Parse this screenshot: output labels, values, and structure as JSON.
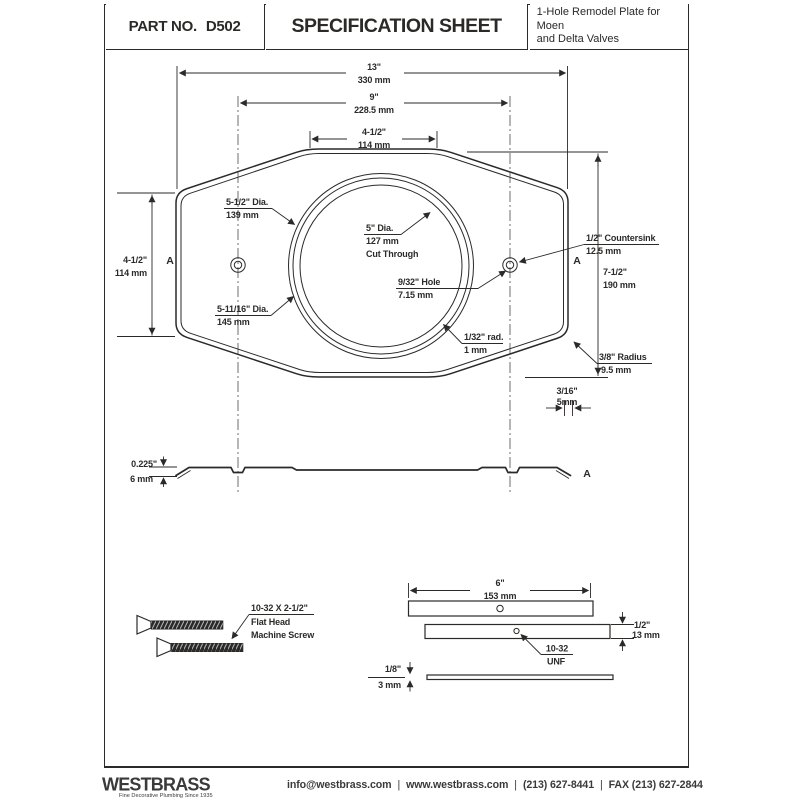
{
  "header": {
    "part_label": "PART NO.",
    "part_number": "D502",
    "title": "SPECIFICATION SHEET",
    "description_line1": "1-Hole Remodel Plate for Moen",
    "description_line2": "and Delta Valves"
  },
  "plate_view": {
    "width_overall_in": "13\"",
    "width_overall_mm": "330 mm",
    "hole_spacing_in": "9\"",
    "hole_spacing_mm": "228.5 mm",
    "top_flat_in": "4-1/2\"",
    "top_flat_mm": "114 mm",
    "left_flat_in": "4-1/2\"",
    "left_flat_mm": "114 mm",
    "ring_mid_dia_in": "5-1/2\" Dia.",
    "ring_mid_dia_mm": "139 mm",
    "cut_dia_in": "5\" Dia.",
    "cut_dia_mm": "127 mm",
    "cut_note": "Cut Through",
    "ring_outer_dia_in": "5-11/16\" Dia.",
    "ring_outer_dia_mm": "145 mm",
    "countersink_in": "1/2\" Countersink",
    "countersink_mm": "12.5 mm",
    "hole_in": "9/32\" Hole",
    "hole_mm": "7.15 mm",
    "height_overall_in": "7-1/2\"",
    "height_overall_mm": "190 mm",
    "edge_radius_in": "1/32\" rad.",
    "edge_radius_mm": "1 mm",
    "corner_radius_in": "3/8\" Radius",
    "corner_radius_mm": "9.5 mm",
    "edge_offset_in": "3/16\"",
    "edge_offset_mm": "5mm",
    "section_label_left": "A",
    "section_label_right": "A"
  },
  "section_view": {
    "thickness_in": "0.225\"",
    "thickness_mm": "6 mm",
    "section_label": "A"
  },
  "screw_detail": {
    "line1": "10-32 X 2-1/2\"",
    "line2": "Flat Head",
    "line3": "Machine Screw"
  },
  "bracket_detail": {
    "length_in": "6\"",
    "length_mm": "153 mm",
    "height_in": "1/2\"",
    "height_mm": "13 mm",
    "thread_line1": "10-32",
    "thread_line2": "UNF",
    "strip_in": "1/8\"",
    "strip_mm": "3 mm"
  },
  "footer": {
    "brand": "WESTBRASS",
    "tagline": "Fine Decorative Plumbing Since 1935",
    "email": "info@westbrass.com",
    "website": "www.westbrass.com",
    "phone": "(213) 627-8441",
    "fax": "FAX (213) 627-2844",
    "separator": "|"
  }
}
